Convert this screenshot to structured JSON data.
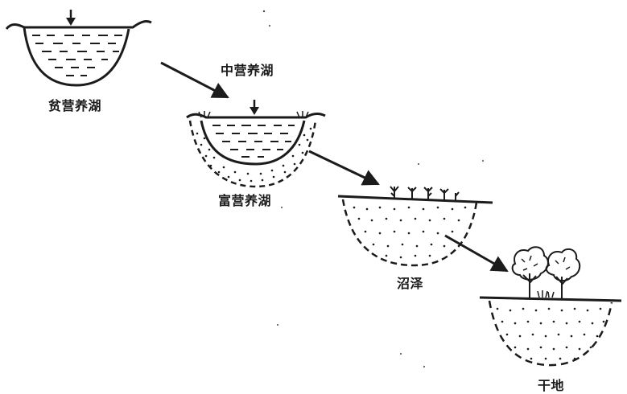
{
  "stages": [
    {
      "id": "oligotrophic",
      "label": "贫营养湖"
    },
    {
      "id": "mesotrophic",
      "label": "中营养湖"
    },
    {
      "id": "eutrophic",
      "label": "富营养湖"
    },
    {
      "id": "marsh",
      "label": "沼泽"
    },
    {
      "id": "dry-land",
      "label": "干地"
    }
  ],
  "colors": {
    "ink": "#1b1b1b",
    "background": "#ffffff"
  }
}
